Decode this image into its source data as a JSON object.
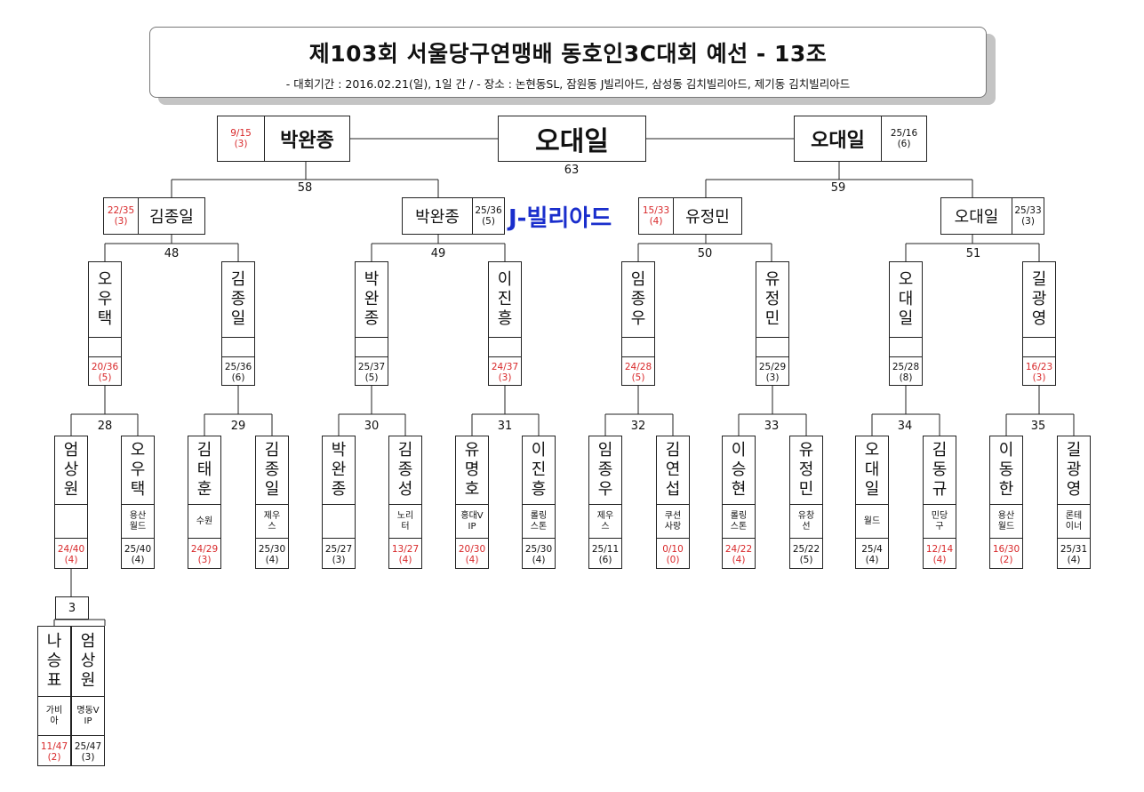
{
  "header": {
    "title": "제103회 서울당구연맹배 동호인3C대회 예선 - 13조",
    "subtitle": "- 대회기간 : 2016.02.21(일), 1일 간 / - 장소 : 논현동SL, 잠원동 J빌리아드, 삼성동 김치빌리아드, 제기동 김치빌리아드"
  },
  "venue": "J-빌리아드",
  "winner": "오대일",
  "final_match": "63",
  "semifinal": {
    "left": {
      "name": "박완종",
      "score": "9/15",
      "inning": "(3)",
      "red": true
    },
    "right": {
      "name": "오대일",
      "score": "25/16",
      "inning": "(6)",
      "red": false
    }
  },
  "match_numbers": {
    "m58": "58",
    "m59": "59",
    "m48": "48",
    "m49": "49",
    "m50": "50",
    "m51": "51",
    "m28": "28",
    "m29": "29",
    "m30": "30",
    "m31": "31",
    "m32": "32",
    "m33": "33",
    "m34": "34",
    "m35": "35",
    "m3": "3"
  },
  "quarter": [
    {
      "name": "김종일",
      "score": "22/35",
      "inning": "(3)",
      "red": true
    },
    {
      "name": "박완종",
      "score": "25/36",
      "inning": "(5)",
      "red": false
    },
    {
      "name": "유정민",
      "score": "15/33",
      "inning": "(4)",
      "red": true
    },
    {
      "name": "오대일",
      "score": "25/33",
      "inning": "(3)",
      "red": false
    }
  ],
  "round16": [
    {
      "name": "오우택",
      "club": "",
      "score": "20/36",
      "inning": "(5)",
      "red": true
    },
    {
      "name": "김종일",
      "club": "",
      "score": "25/36",
      "inning": "(6)",
      "red": false
    },
    {
      "name": "박완종",
      "club": "",
      "score": "25/37",
      "inning": "(5)",
      "red": false
    },
    {
      "name": "이진흥",
      "club": "",
      "score": "24/37",
      "inning": "(3)",
      "red": true
    },
    {
      "name": "임종우",
      "club": "",
      "score": "24/28",
      "inning": "(5)",
      "red": true
    },
    {
      "name": "유정민",
      "club": "",
      "score": "25/29",
      "inning": "(3)",
      "red": false
    },
    {
      "name": "오대일",
      "club": "",
      "score": "25/28",
      "inning": "(8)",
      "red": false
    },
    {
      "name": "길광영",
      "club": "",
      "score": "16/23",
      "inning": "(3)",
      "red": true
    }
  ],
  "round32": [
    {
      "name": "엄상원",
      "club": "",
      "score": "24/40",
      "inning": "(4)",
      "red": true
    },
    {
      "name": "오우택",
      "club": "용산월드",
      "score": "25/40",
      "inning": "(4)",
      "red": false
    },
    {
      "name": "김태훈",
      "club": "수원",
      "score": "24/29",
      "inning": "(3)",
      "red": true
    },
    {
      "name": "김종일",
      "club": "제우스",
      "score": "25/30",
      "inning": "(4)",
      "red": false
    },
    {
      "name": "박완종",
      "club": "",
      "score": "25/27",
      "inning": "(3)",
      "red": false
    },
    {
      "name": "김종성",
      "club": "노리터",
      "score": "13/27",
      "inning": "(4)",
      "red": true
    },
    {
      "name": "유명호",
      "club": "홍대VIP",
      "score": "20/30",
      "inning": "(4)",
      "red": true
    },
    {
      "name": "이진흥",
      "club": "롤링스톤",
      "score": "25/30",
      "inning": "(4)",
      "red": false
    },
    {
      "name": "임종우",
      "club": "제우스",
      "score": "25/11",
      "inning": "(6)",
      "red": false
    },
    {
      "name": "김연섭",
      "club": "쿠션사랑",
      "score": "0/10",
      "inning": "(0)",
      "red": true
    },
    {
      "name": "이승현",
      "club": "롤링스톤",
      "score": "24/22",
      "inning": "(4)",
      "red": true
    },
    {
      "name": "유정민",
      "club": "유창선",
      "score": "25/22",
      "inning": "(5)",
      "red": false
    },
    {
      "name": "오대일",
      "club": "월드",
      "score": "25/4",
      "inning": "(4)",
      "red": false
    },
    {
      "name": "김동규",
      "club": "민당구",
      "score": "12/14",
      "inning": "(4)",
      "red": true
    },
    {
      "name": "이동한",
      "club": "용산월드",
      "score": "16/30",
      "inning": "(2)",
      "red": true
    },
    {
      "name": "길광영",
      "club": "론테이너",
      "score": "25/31",
      "inning": "(4)",
      "red": false
    }
  ],
  "round64": [
    {
      "name": "나승표",
      "club": "가비아",
      "score": "11/47",
      "inning": "(2)",
      "red": true
    },
    {
      "name": "엄상원",
      "club": "명동VIP",
      "score": "25/47",
      "inning": "(3)",
      "red": false
    }
  ],
  "colors": {
    "loss": "#d8282a",
    "venue": "#1a2ecc",
    "line": "#222222"
  }
}
